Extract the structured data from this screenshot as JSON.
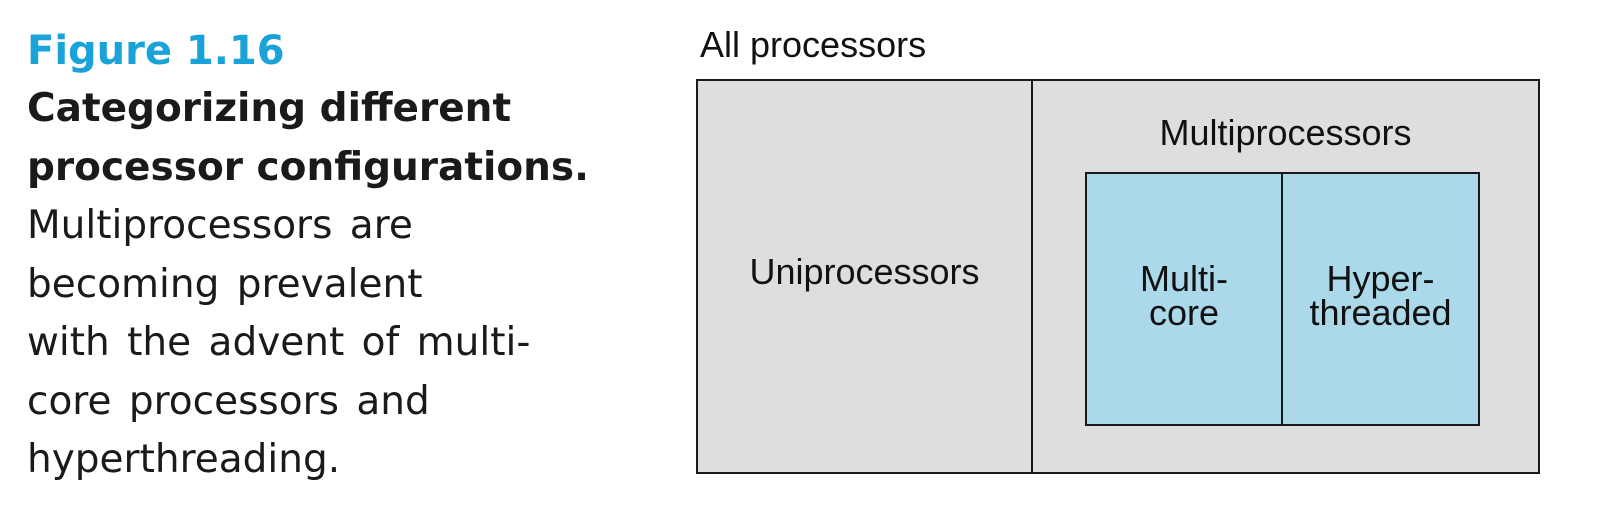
{
  "caption": {
    "figure_number": "Figure 1.16",
    "title_lines": [
      "Categorizing different",
      "processor configurations."
    ],
    "body_lines": [
      "Multiprocessors are",
      "becoming prevalent",
      "with the advent of multi-",
      "core processors and",
      "hyperthreading."
    ]
  },
  "diagram": {
    "outer_label": "All processors",
    "uniprocessors_label": "Uniprocessors",
    "multiprocessors_label": "Multiprocessors",
    "multicore_lines": [
      "Multi-",
      "core"
    ],
    "hyperthreaded_lines": [
      "Hyper-",
      "threaded"
    ],
    "colors": {
      "figure_number": "#1aa3d8",
      "outer_fill": "#dedede",
      "inner_fill": "#acd9e9",
      "border": "#1a1a1a"
    }
  }
}
